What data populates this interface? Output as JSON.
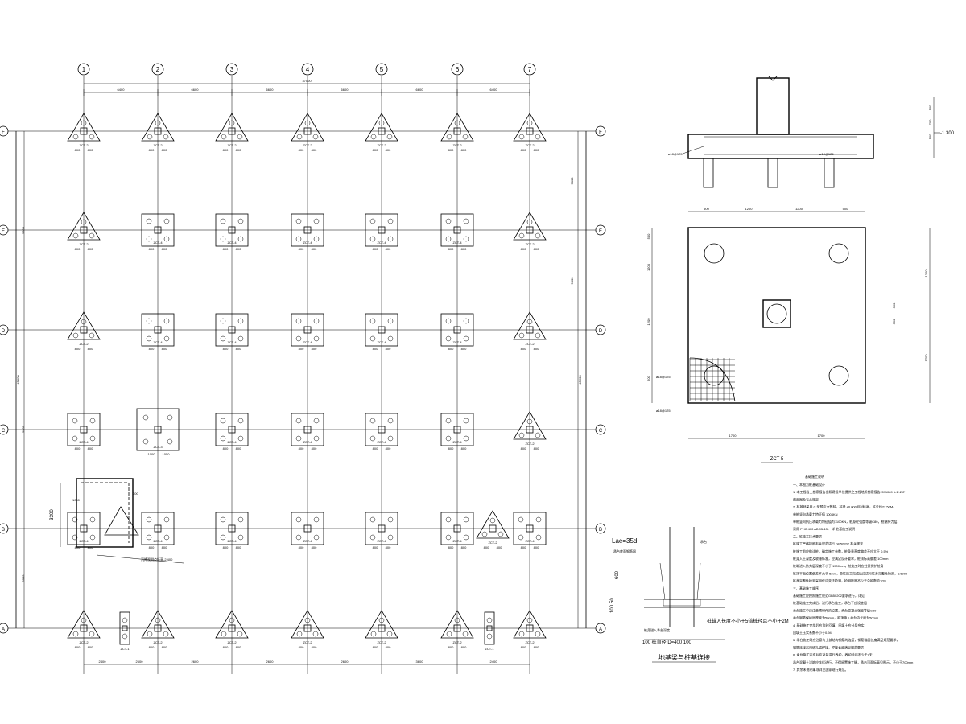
{
  "grid": {
    "columns": [
      "1",
      "2",
      "3",
      "4",
      "5",
      "6",
      "7"
    ],
    "rows": [
      "F",
      "E",
      "D",
      "C",
      "B",
      "A"
    ]
  },
  "plan": {
    "total_dim": "37000",
    "top_spans": [
      "6400",
      "6600",
      "6600",
      "6600",
      "6600",
      "6400"
    ],
    "bottom_dims": [
      "2400",
      "2600",
      "2600",
      "2600",
      "2600",
      "3600",
      "2400"
    ],
    "left_dims": [
      "9000",
      "9000",
      "9000"
    ],
    "right_dims": [
      "9000",
      "9000"
    ],
    "overall_vertical": "45600",
    "cap_labels": {
      "tri": "ZCT-2",
      "sq": "ZCT-4",
      "big": "ZCT-3",
      "single": "ZCT-1",
      "dim_a": "800",
      "dim_b": "800",
      "big_dim_a": "1000",
      "big_dim_b": "1050"
    },
    "detail": {
      "dim_vertical": "3300",
      "dim_small_a": "1000",
      "dim_small_b": "300",
      "note": "沉降观测点标高-2.400"
    }
  },
  "section": {
    "elevation": "-1.300",
    "rebar_left": "⌀18@125",
    "rebar_right": "⌀18@125",
    "dims": [
      "100",
      "700",
      "100"
    ]
  },
  "cap_plan": {
    "top_dims": [
      "500",
      "1200",
      "1200",
      "500"
    ],
    "left_dims": [
      "500",
      "1200",
      "1200",
      "500"
    ],
    "right_dims": [
      "1700",
      "1700"
    ],
    "mid_dims": [
      "350",
      "350"
    ],
    "bottom_dims": [
      "1700",
      "1700"
    ],
    "rebar_1": "⌀18@125",
    "rebar_2": "⌀18@125",
    "title": "ZCT-5"
  },
  "pile_detail": {
    "anchor_label": "Lae=35d",
    "cap_bottom": "承台底面钢筋网",
    "cap_label": "承台",
    "pile_label": "桩身锚入承台深度",
    "dim_600": "600",
    "dim_50": "50",
    "dim_100": "100",
    "dim_bottom": "100 桩直径 D=400 100",
    "extend_note": "桩锚入长度不小于5倍桩径且不小于2M",
    "title": "地基梁与桩基连接"
  },
  "notes": {
    "title": "基础施工说明",
    "lines": [
      "一、本图为桩基础设计",
      "1. 本工程岩土勘察报告参照建设单位提供之工程地质勘察报告2011089  1-1'-2-2'",
      "   剖面图及有关规定",
      "2. 桩基础采用 C  型预应力管桩，桩径 ±0.000相对标高，桩长约22.50M。",
      "   单桩竖向承载力特征值 1004KN",
      "   单桩竖向抗压承载力特征值为1100KN，桩身砼强度等级C80，桩端持力层",
      "   采用 PHC  400  AB  95-13，  详 桩基施工说明",
      "二、桩施工技术要求",
      "   桩施工严格按照有关规范进行 GB50202 有关规定",
      "   桩施工前应做试桩，确定施工参数，桩身垂直度偏差不应大于 0.5%",
      "   桩身入土深度及收锤标准，应满足设计要求，桩顶标高偏差 100mm",
      "   桩端进入持力层深度不小于 1500mm，桩施工时应注意保护桩身",
      "   桩顶平面位置偏差不大于 5mm，单桩施工完成后应进行桩身完整性检测，1/1000",
      "   桩身完整性检测采用低应变法检测，检测数量不少于总桩数的10%",
      "三、基础施工顺序",
      "   基础施工应按照施工规范GB50202要求进行，详见",
      "   桩基础施工完成后，进行承台施工，承台下应设垫层",
      "   承台施工中应注意预埋件的设置，承台混凝土强度等级C30",
      "   承台钢筋保护层厚度为50mm，桩顶伸入承台内长度为50mm",
      "4. 基础施工完毕后应及时回填，回填土应分层夯实",
      "   回填土压实系数不小于0.94",
      "5. 承台施工时应注意与上部结构钢筋的连接，钢筋锚固长度满足规范要求，",
      "   钢筋连接采用绑扎或焊接，焊接长度满足规范要求",
      "6. 承台施工完成后应对其进行养护，养护时间不少于7天，",
      "   承台混凝土浇筑应连续进行，不得留置施工缝，承台顶面标高见图示，不小于700mm",
      "7. 其余未说明事项详见国家现行规范。"
    ]
  }
}
